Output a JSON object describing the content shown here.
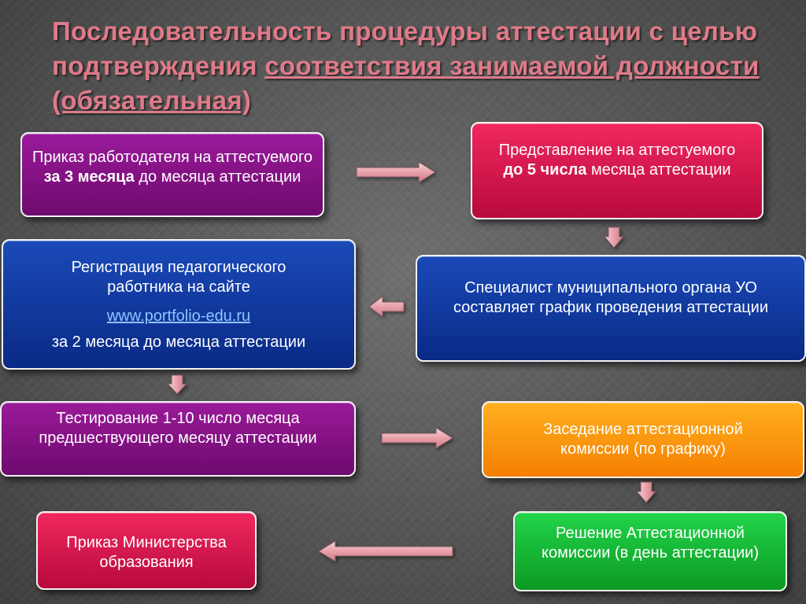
{
  "title": {
    "part1": "Последовательность  процедуры  аттестации с целью подтверждения ",
    "part2": "соответствия занимаемой должности (обязательная)"
  },
  "steps": {
    "order": {
      "line1": "Приказ работодателя на аттестуемого ",
      "bold": "за 3 месяца",
      "line2": "  до месяца аттестации"
    },
    "submission": {
      "line1": "Представление на аттестуемого ",
      "bold": "до 5 числа",
      "line2": " месяца аттестации"
    },
    "schedule": {
      "text": "Специалист муниципального органа УО составляет график проведения аттестации"
    },
    "registration": {
      "line1": "Регистрация педагогического работника на сайте",
      "link": "www.portfolio-edu.ru",
      "line2": "за 2 месяца до месяца аттестации"
    },
    "testing": {
      "text": "Тестирование 1-10  число месяца предшествующего месяцу аттестации"
    },
    "meeting": {
      "text": "Заседание аттестационной комиссии (по графику)"
    },
    "decision": {
      "text": "Решение Аттестационной комиссии (в день аттестации)"
    },
    "ministry": {
      "text": "Приказ Министерства образования"
    }
  },
  "colors": {
    "title": "#e07a88",
    "purple": "#7d0f7d",
    "crimson": "#d4164a",
    "blue": "#0f3a9e",
    "orange": "#ff9a10",
    "green": "#16b834",
    "arrow": "#e8a8b0"
  }
}
